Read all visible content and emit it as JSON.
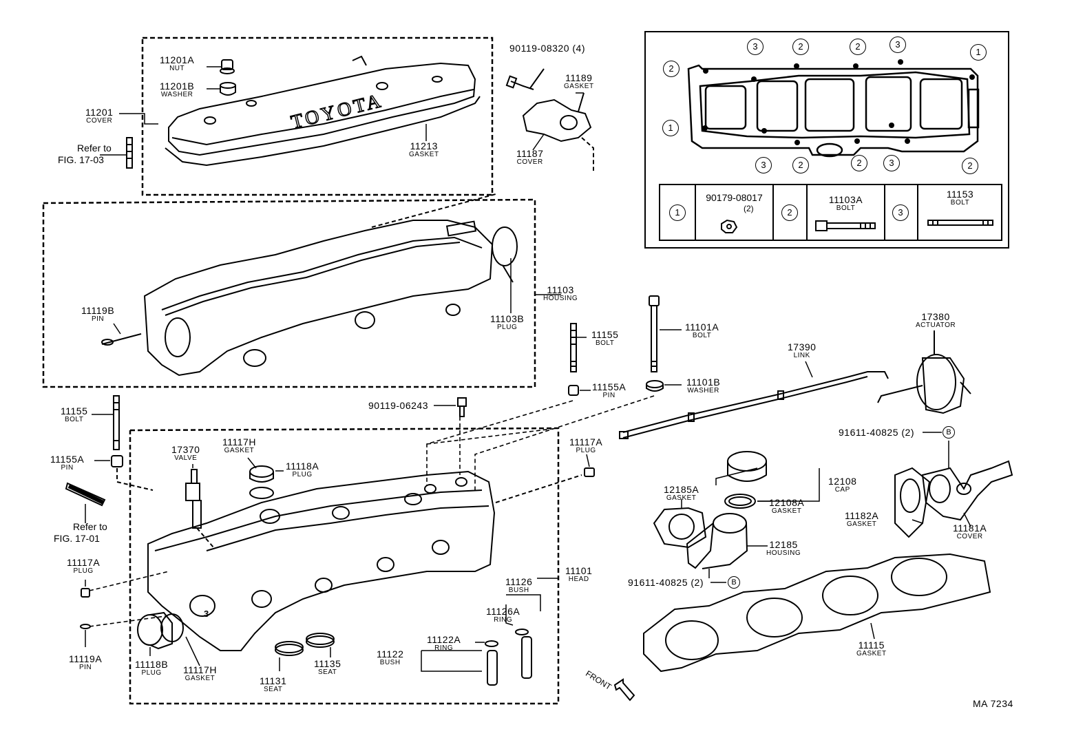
{
  "parts": {
    "p11201A": {
      "num": "11201A",
      "name": "NUT"
    },
    "p11201B": {
      "num": "11201B",
      "name": "WASHER"
    },
    "p11201": {
      "num": "11201",
      "name": "COVER"
    },
    "p11213": {
      "num": "11213",
      "name": "GASKET"
    },
    "p11189": {
      "num": "11189",
      "name": "GASKET"
    },
    "p11187": {
      "num": "11187",
      "name": "COVER"
    },
    "p11103": {
      "num": "11103",
      "name": "HOUSING"
    },
    "p11103B": {
      "num": "11103B",
      "name": "PLUG"
    },
    "p11119B": {
      "num": "11119B",
      "name": "PIN"
    },
    "p11155_top": {
      "num": "11155",
      "name": "BOLT"
    },
    "p11155A_top": {
      "num": "11155A",
      "name": "PIN"
    },
    "p11101A": {
      "num": "11101A",
      "name": "BOLT"
    },
    "p11101B": {
      "num": "11101B",
      "name": "WASHER"
    },
    "p17390": {
      "num": "17390",
      "name": "LINK"
    },
    "p17380": {
      "num": "17380",
      "name": "ACTUATOR"
    },
    "p11155_left": {
      "num": "11155",
      "name": "BOLT"
    },
    "p11155A_left": {
      "num": "11155A",
      "name": "PIN"
    },
    "p17370": {
      "num": "17370",
      "name": "VALVE"
    },
    "p11117H_top": {
      "num": "11117H",
      "name": "GASKET"
    },
    "p11118A": {
      "num": "11118A",
      "name": "PLUG"
    },
    "p11117A_right": {
      "num": "11117A",
      "name": "PLUG"
    },
    "p11117A_left": {
      "num": "11117A",
      "name": "PLUG"
    },
    "p11119A": {
      "num": "11119A",
      "name": "PIN"
    },
    "p11118B": {
      "num": "11118B",
      "name": "PLUG"
    },
    "p11117H_bot": {
      "num": "11117H",
      "name": "GASKET"
    },
    "p11131": {
      "num": "11131",
      "name": "SEAT"
    },
    "p11135": {
      "num": "11135",
      "name": "SEAT"
    },
    "p11122A": {
      "num": "11122A",
      "name": "RING"
    },
    "p11122": {
      "num": "11122",
      "name": "BUSH"
    },
    "p11126": {
      "num": "11126",
      "name": "BUSH"
    },
    "p11126A": {
      "num": "11126A",
      "name": "RING"
    },
    "p11101": {
      "num": "11101",
      "name": "HEAD"
    },
    "p12185A": {
      "num": "12185A",
      "name": "GASKET"
    },
    "p12108": {
      "num": "12108",
      "name": "CAP"
    },
    "p12108A": {
      "num": "12108A",
      "name": "GASKET"
    },
    "p12185": {
      "num": "12185",
      "name": "HOUSING"
    },
    "p11182A": {
      "num": "11182A",
      "name": "GASKET"
    },
    "p11181A": {
      "num": "11181A",
      "name": "COVER"
    },
    "p11115": {
      "num": "11115",
      "name": "GASKET"
    }
  },
  "plain": {
    "p90119_08320": "90119-08320 (4)",
    "p90119_06243": "90119-06243",
    "p91611_top": "91611-40825 (2)",
    "p91611_bot": "91611-40825 (2)",
    "ref_top_line1": "Refer to",
    "ref_top_line2": "FIG. 17-03",
    "ref_mid_line1": "Refer to",
    "ref_mid_line2": "FIG. 17-01",
    "front": "FRONT",
    "code": "MA 7234",
    "b_letter": "B",
    "head_mark": "3",
    "toyota": "TOYOTA"
  },
  "legend": {
    "circle1": "1",
    "circle2": "2",
    "circle3": "3",
    "c1_part": "90179-08017",
    "c1_qty": "(2)",
    "c2_part": "11103A",
    "c2_name": "BOLT",
    "c3_part": "11153",
    "c3_name": "BOLT"
  }
}
